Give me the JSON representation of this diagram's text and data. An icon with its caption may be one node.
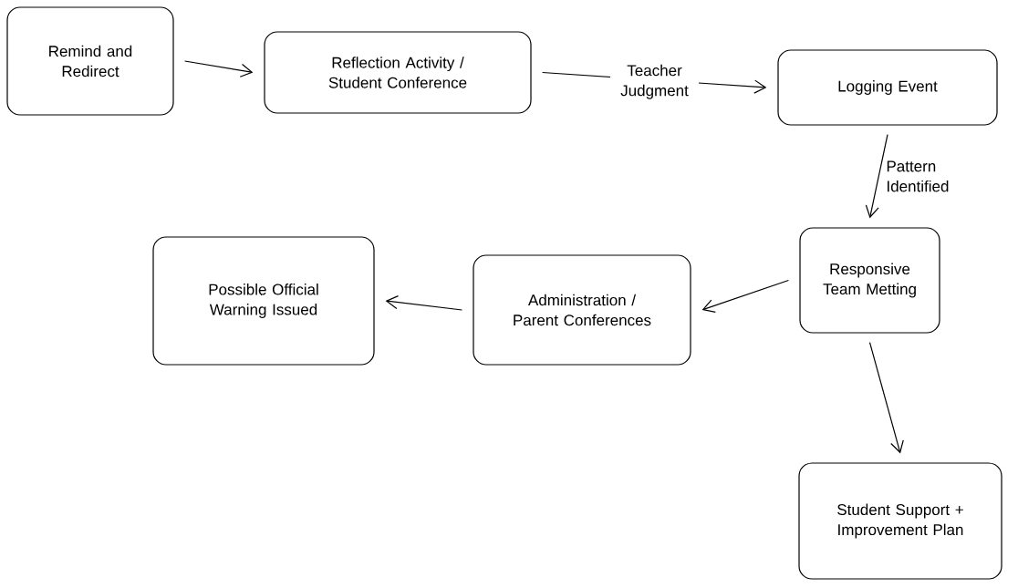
{
  "diagram": {
    "nodes": [
      {
        "text": [
          "Remind and Redirect"
        ]
      },
      {
        "text": [
          "Reflection Activity / Student Conference"
        ]
      },
      {
        "text": [
          "Logging Event"
        ]
      },
      {
        "text": [
          "Responsive Team Metting"
        ]
      },
      {
        "text": [
          "Administration / Parent Conferences"
        ]
      },
      {
        "text": [
          "Possible Official Warning Issued"
        ]
      },
      {
        "text": [
          "Student Support + Improvement Plan"
        ]
      }
    ],
    "edges": [
      {
        "from": 0,
        "to": 1,
        "arrow": "to"
      },
      {
        "from": 1,
        "to": 2,
        "arrow": "to",
        "label": "Teacher Judgment"
      },
      {
        "from": 2,
        "to": 3,
        "arrow": "to",
        "label": "Pattern Identified"
      },
      {
        "from": 3,
        "to": 4,
        "arrow": "to"
      },
      {
        "from": 4,
        "to": 5,
        "arrow": "to"
      },
      {
        "from": 3,
        "to": 6,
        "arrow": "to"
      }
    ]
  }
}
